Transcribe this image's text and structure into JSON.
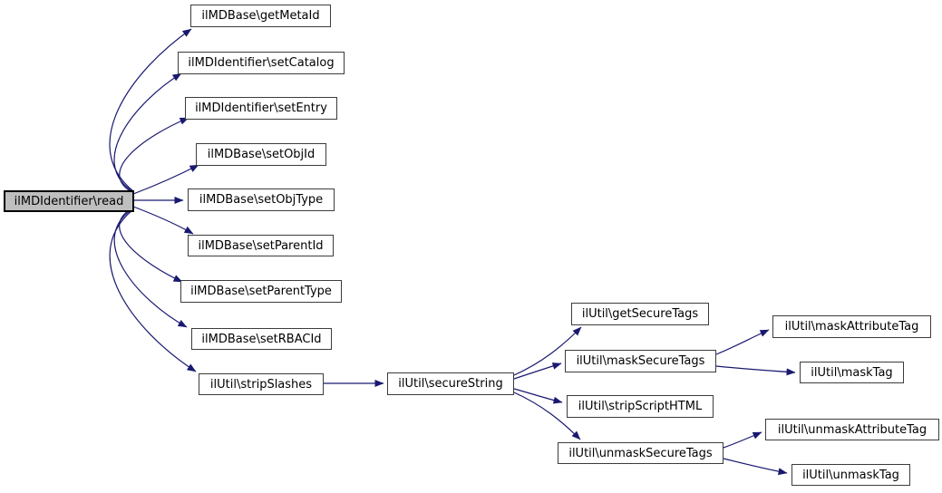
{
  "diagram": {
    "type": "call-graph",
    "direction": "left-to-right",
    "root_id": "read",
    "colors": {
      "edge": "#191970",
      "node_fill": "#ffffff",
      "root_fill": "#bfbfbf",
      "node_border": "#3c3c3c",
      "text": "#000000",
      "background": "#ffffff"
    },
    "nodes": [
      {
        "id": "read",
        "label": "ilMDIdentifier\\read"
      },
      {
        "id": "getMetaId",
        "label": "ilMDBase\\getMetaId"
      },
      {
        "id": "setCatalog",
        "label": "ilMDIdentifier\\setCatalog"
      },
      {
        "id": "setEntry",
        "label": "ilMDIdentifier\\setEntry"
      },
      {
        "id": "setObjId",
        "label": "ilMDBase\\setObjId"
      },
      {
        "id": "setObjType",
        "label": "ilMDBase\\setObjType"
      },
      {
        "id": "setParentId",
        "label": "ilMDBase\\setParentId"
      },
      {
        "id": "setParentType",
        "label": "ilMDBase\\setParentType"
      },
      {
        "id": "setRBACId",
        "label": "ilMDBase\\setRBACId"
      },
      {
        "id": "stripSlashes",
        "label": "ilUtil\\stripSlashes"
      },
      {
        "id": "secureString",
        "label": "ilUtil\\secureString"
      },
      {
        "id": "getSecureTags",
        "label": "ilUtil\\getSecureTags"
      },
      {
        "id": "maskSecureTags",
        "label": "ilUtil\\maskSecureTags"
      },
      {
        "id": "stripScriptHTML",
        "label": "ilUtil\\stripScriptHTML"
      },
      {
        "id": "unmaskSecureTags",
        "label": "ilUtil\\unmaskSecureTags"
      },
      {
        "id": "maskAttributeTag",
        "label": "ilUtil\\maskAttributeTag"
      },
      {
        "id": "maskTag",
        "label": "ilUtil\\maskTag"
      },
      {
        "id": "unmaskAttributeTag",
        "label": "ilUtil\\unmaskAttributeTag"
      },
      {
        "id": "unmaskTag",
        "label": "ilUtil\\unmaskTag"
      }
    ],
    "edges": [
      {
        "from": "read",
        "to": "getMetaId"
      },
      {
        "from": "read",
        "to": "setCatalog"
      },
      {
        "from": "read",
        "to": "setEntry"
      },
      {
        "from": "read",
        "to": "setObjId"
      },
      {
        "from": "read",
        "to": "setObjType"
      },
      {
        "from": "read",
        "to": "setParentId"
      },
      {
        "from": "read",
        "to": "setParentType"
      },
      {
        "from": "read",
        "to": "setRBACId"
      },
      {
        "from": "read",
        "to": "stripSlashes"
      },
      {
        "from": "stripSlashes",
        "to": "secureString"
      },
      {
        "from": "secureString",
        "to": "getSecureTags"
      },
      {
        "from": "secureString",
        "to": "maskSecureTags"
      },
      {
        "from": "secureString",
        "to": "stripScriptHTML"
      },
      {
        "from": "secureString",
        "to": "unmaskSecureTags"
      },
      {
        "from": "maskSecureTags",
        "to": "maskAttributeTag"
      },
      {
        "from": "maskSecureTags",
        "to": "maskTag"
      },
      {
        "from": "unmaskSecureTags",
        "to": "unmaskAttributeTag"
      },
      {
        "from": "unmaskSecureTags",
        "to": "unmaskTag"
      }
    ]
  }
}
